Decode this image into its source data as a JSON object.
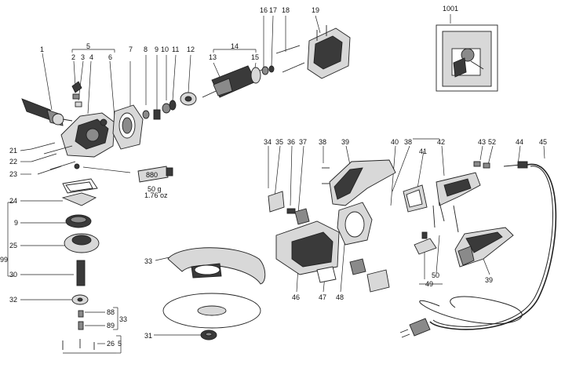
{
  "part_numbers": [
    "1",
    "2",
    "3",
    "4",
    "5",
    "6",
    "7",
    "8",
    "9",
    "10",
    "11",
    "12",
    "13",
    "14",
    "15",
    "16",
    "17",
    "18",
    "19",
    "1001",
    "21",
    "22",
    "23",
    "24",
    "9",
    "25",
    "30",
    "32",
    "88",
    "89",
    "26",
    "33",
    "5",
    "99",
    "34",
    "35",
    "36",
    "37",
    "38",
    "39",
    "40",
    "38",
    "41",
    "42",
    "43",
    "52",
    "44",
    "45",
    "46",
    "47",
    "48",
    "49",
    "50",
    "39",
    "33",
    "31"
  ],
  "grease_tube": {
    "label": "880",
    "amount_g": "50 g",
    "amount_oz": "1.76 oz"
  },
  "colors": {
    "line": "#222222",
    "dark_fill": "#3a3a3a",
    "mid_fill": "#8a8a8a",
    "light_fill": "#d8d8d8"
  }
}
